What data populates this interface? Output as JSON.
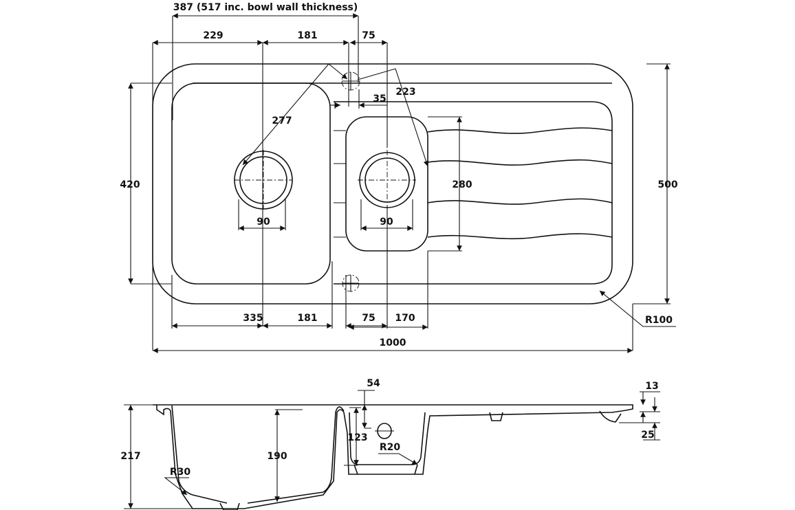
{
  "plan_view": {
    "dims": {
      "bowl_span": "387 (517 inc. bowl wall thickness)",
      "top_left_to_waste": "229",
      "top_waste_to_tap": "181",
      "top_tap_to_small_waste": "75",
      "tap_offset": "35",
      "diag_main": "277",
      "diag_small": "223",
      "main_bowl_height": "420",
      "overall_depth": "500",
      "small_bowl_height": "280",
      "main_waste_dia": "90",
      "small_waste_dia": "90",
      "bottom_main_bowl": "335",
      "bottom_waste_to_overflow": "181",
      "bottom_overflow_to_waste": "75",
      "small_bowl_width": "170",
      "overall_width": "1000",
      "corner_radius": "R100"
    }
  },
  "section_view": {
    "dims": {
      "overall_height": "217",
      "main_bowl_depth": "190",
      "small_bowl_depth": "123",
      "overflow_height": "54",
      "main_radius": "R30",
      "small_radius": "R20",
      "rim_thickness": "13",
      "drainer_depth": "25"
    }
  }
}
